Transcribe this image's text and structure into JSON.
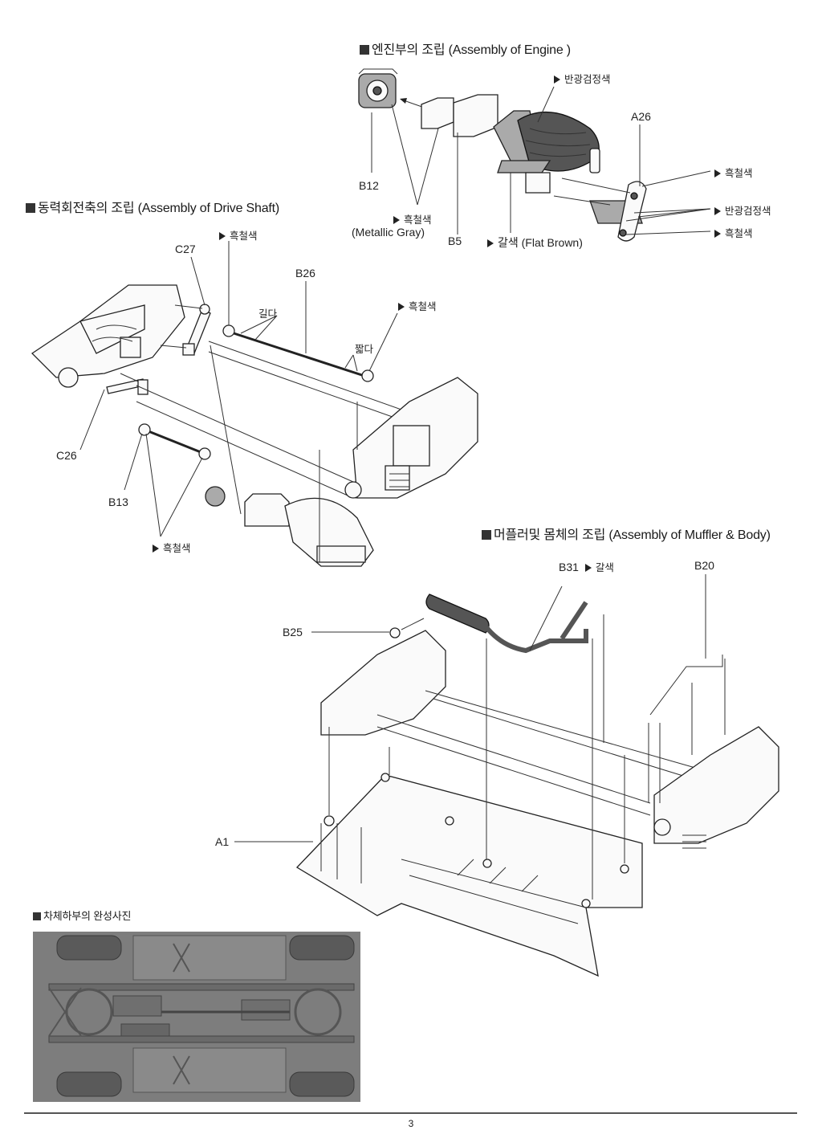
{
  "page": {
    "page_number": "3"
  },
  "sections": {
    "engine": {
      "heading": "엔진부의 조립 (Assembly of Engine )",
      "parts": {
        "b12": "B12",
        "b5": "B5",
        "a26": "A26"
      },
      "notes": {
        "top_black": "반광검정색",
        "metallic_kr": "흑철색",
        "metallic_en": "(Metallic Gray)",
        "brown": "갈색 (Flat Brown)",
        "right_1": "흑철색",
        "right_2": "반광검정색",
        "right_3": "흑철색"
      }
    },
    "drive_shaft": {
      "heading": "동력회전축의 조립 (Assembly of Drive Shaft)",
      "parts": {
        "c27": "C27",
        "b26": "B26",
        "c26": "C26",
        "b13": "B13"
      },
      "notes": {
        "top": "흑철색",
        "right": "흑철색",
        "bottom": "흑철색",
        "long": "길다",
        "short": "짧다"
      }
    },
    "muffler_body": {
      "heading": "머플러및 몸체의 조립 (Assembly of Muffler & Body)",
      "parts": {
        "b31": "B31",
        "b20": "B20",
        "b25": "B25",
        "a1": "A1"
      },
      "notes": {
        "b31_color": "갈색"
      }
    },
    "photo": {
      "heading": "차체하부의 완성사진"
    }
  }
}
